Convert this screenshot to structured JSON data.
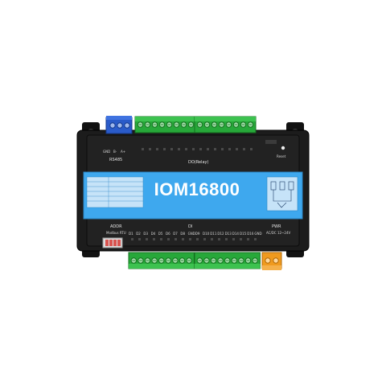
{
  "product": {
    "model": "IOM16800",
    "colors": {
      "housing": "#1c1c1c",
      "panel": "#3ea8ee",
      "terminal_green": "#27a83a",
      "terminal_blue": "#2a5bc9",
      "terminal_orange": "#f09a1e",
      "dip_switch": "#d9534f"
    }
  },
  "labels": {
    "rs485": "RS485",
    "gnd": "GND",
    "b_minus": "B-",
    "a_plus": "A+",
    "do_group": "DO(Relay)",
    "reset": "Reset",
    "addr": "ADDR",
    "addr_modes": "Modbus RTU",
    "di_group": "DI",
    "pwr": "PWR",
    "pwr_range": "AC/DC 12~24V",
    "di_pins": [
      "D1",
      "D2",
      "D3",
      "D4",
      "D5",
      "D6",
      "D7",
      "D8",
      "GND",
      "D9",
      "D10",
      "D11",
      "D12",
      "D13",
      "D14",
      "D15",
      "D16",
      "GND"
    ]
  },
  "icons": [
    "relay-schematic-icon",
    "screw-terminal-icon",
    "mounting-tab-icon",
    "dip-switch-icon"
  ]
}
